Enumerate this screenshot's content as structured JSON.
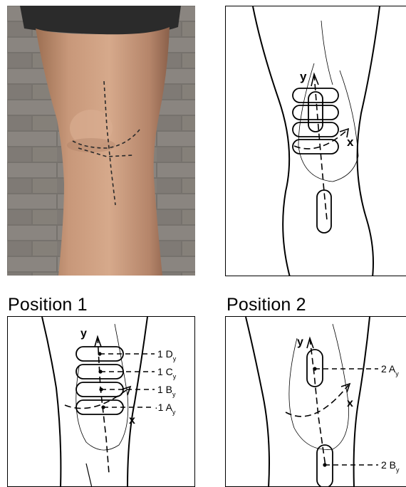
{
  "photo": {
    "alt_subject": "knee-photo-with-dashed-axis-markings",
    "colors": {
      "skin": "#c79a7b",
      "wall": "#6e6a66",
      "garment": "#2a2a2a"
    }
  },
  "panels": {
    "top_right": {
      "axis_y": "y",
      "axis_x": "x"
    },
    "position1": {
      "title": "Position 1",
      "axis_y": "y",
      "axis_x": "x",
      "labels": [
        {
          "main": "1 D",
          "sub": "y"
        },
        {
          "main": "1 C",
          "sub": "y"
        },
        {
          "main": "1 B",
          "sub": "y"
        },
        {
          "main": "·1 A",
          "sub": "y"
        }
      ]
    },
    "position2": {
      "title": "Position 2",
      "axis_y": "y",
      "axis_x": "x",
      "labels": [
        {
          "main": "2 A",
          "sub": "y"
        },
        {
          "main": "2 B",
          "sub": "y"
        }
      ]
    }
  }
}
